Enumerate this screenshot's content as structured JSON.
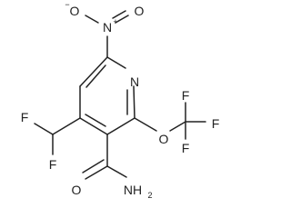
{
  "molecule": {
    "atoms": {
      "nitro_o_minus": "O",
      "nitro_o_minus_charge": "−",
      "nitro_n": "N",
      "nitro_n_charge": "+",
      "nitro_o_double": "O",
      "ring_n": "N",
      "ether_o": "O",
      "cf3_f_top": "F",
      "cf3_f_right": "F",
      "cf3_f_bottom": "F",
      "chf2_f_left": "F",
      "chf2_f_down": "F",
      "amide_o": "O",
      "amide_nh2": "NH",
      "amide_nh2_subscript": "2"
    }
  }
}
